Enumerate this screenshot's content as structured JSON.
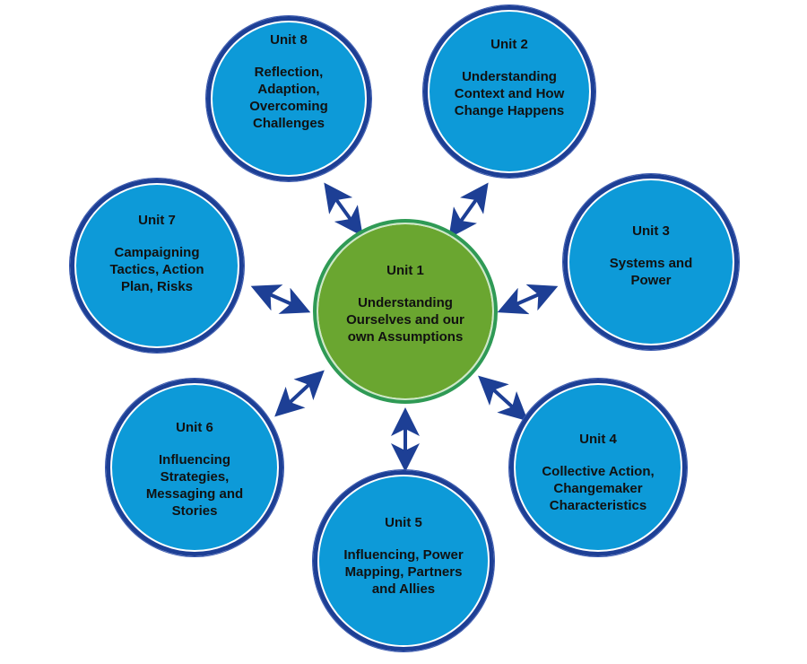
{
  "center": {
    "unit": "Unit 1",
    "text": "Understanding\nOurselves and our\nown Assumptions",
    "color": "#6aa630"
  },
  "units": [
    {
      "unit": "Unit 2",
      "text": "Understanding\nContext and How\nChange Happens"
    },
    {
      "unit": "Unit 3",
      "text": "Systems and\nPower"
    },
    {
      "unit": "Unit 4",
      "text": "Collective Action,\nChangemaker\nCharacteristics"
    },
    {
      "unit": "Unit 5",
      "text": "Influencing, Power\nMapping, Partners\nand Allies"
    },
    {
      "unit": "Unit 6",
      "text": "Influencing\nStrategies,\nMessaging and\nStories"
    },
    {
      "unit": "Unit 7",
      "text": "Campaigning\nTactics, Action\nPlan, Risks"
    },
    {
      "unit": "Unit 8",
      "text": "Reflection,\nAdaption,\nOvercoming\nChallenges"
    }
  ],
  "colors": {
    "circle_fill": "#0d9ad8",
    "circle_ring": "#1d3f95",
    "arrow": "#1d3f95"
  },
  "connector": "double-headed-arrow"
}
